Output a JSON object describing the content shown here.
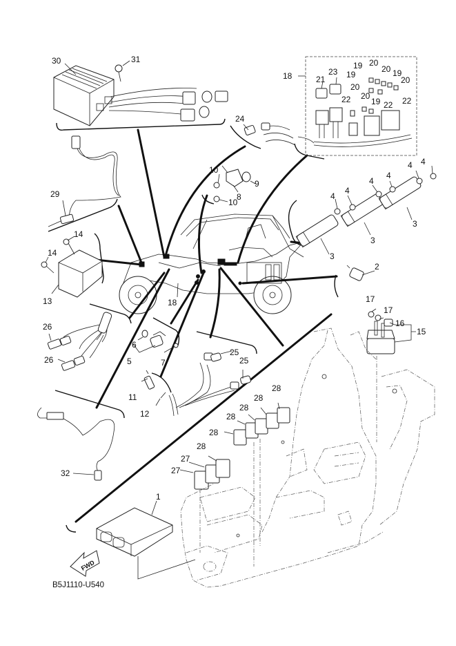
{
  "diagram": {
    "title": "Electrical parts exploded view",
    "drawing_code": "B5J1110-U540",
    "direction_indicator": "FWD",
    "colors": {
      "background": "#ffffff",
      "line": "#111111"
    }
  },
  "callouts": {
    "c1": "1",
    "c2": "2",
    "c3a": "3",
    "c3b": "3",
    "c3c": "3",
    "c4a": "4",
    "c4b": "4",
    "c4c": "4",
    "c4d": "4",
    "c4e": "4",
    "c4f": "4",
    "c5": "5",
    "c6": "6",
    "c7": "7",
    "c8": "8",
    "c9": "9",
    "c10a": "10",
    "c10b": "10",
    "c11": "11",
    "c12": "12",
    "c13": "13",
    "c14a": "14",
    "c14b": "14",
    "c15": "15",
    "c16": "16",
    "c17a": "17",
    "c17b": "17",
    "c18a": "18",
    "c18b": "18",
    "c19a": "19",
    "c19b": "19",
    "c19c": "19",
    "c19d": "19",
    "c20a": "20",
    "c20b": "20",
    "c20c": "20",
    "c20d": "20",
    "c20e": "20",
    "c21": "21",
    "c22a": "22",
    "c22b": "22",
    "c22c": "22",
    "c23": "23",
    "c24": "24",
    "c25a": "25",
    "c25b": "25",
    "c26a": "26",
    "c26b": "26",
    "c27a": "27",
    "c27b": "27",
    "c28a": "28",
    "c28b": "28",
    "c28c": "28",
    "c28d": "28",
    "c28e": "28",
    "c28f": "28",
    "c29": "29",
    "c30": "30",
    "c31": "31",
    "c32": "32"
  }
}
